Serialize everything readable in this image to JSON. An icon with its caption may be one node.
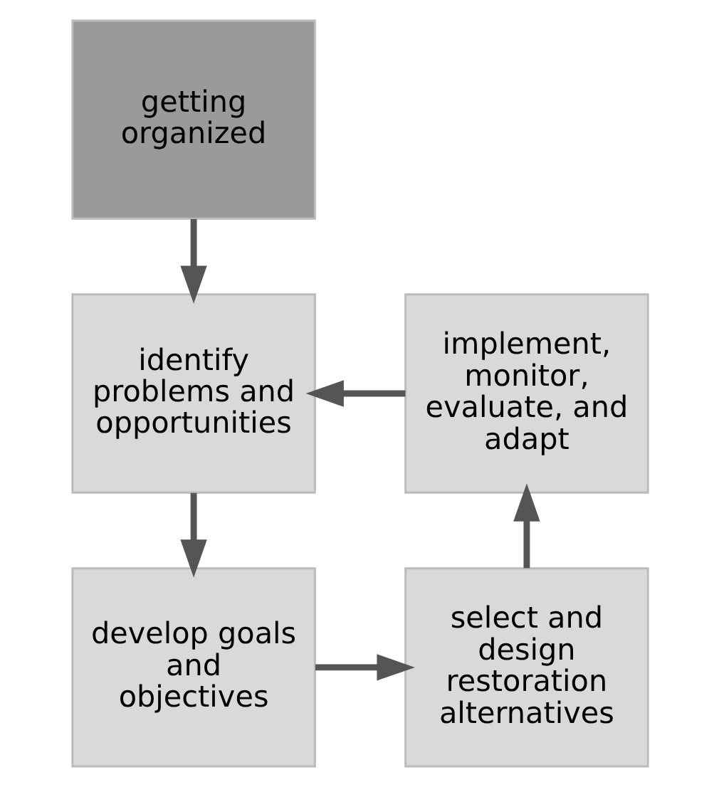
{
  "diagram": {
    "nodes": [
      {
        "text": [
          "getting organized"
        ]
      },
      {
        "text": [
          "identify problems and opportunities"
        ]
      },
      {
        "text": [
          "develop goals and objectives"
        ]
      },
      {
        "text": [
          "select and design restoration alternatives"
        ]
      },
      {
        "text": [
          "implement, monitor, evaluate, and adapt"
        ]
      }
    ],
    "edges": [
      {
        "from": 0,
        "to": 1,
        "arrow": "to"
      },
      {
        "from": 1,
        "to": 2,
        "arrow": "to"
      },
      {
        "from": 2,
        "to": 3,
        "arrow": "to"
      },
      {
        "from": 3,
        "to": 4,
        "arrow": "to"
      },
      {
        "from": 4,
        "to": 1,
        "arrow": "to"
      }
    ]
  }
}
